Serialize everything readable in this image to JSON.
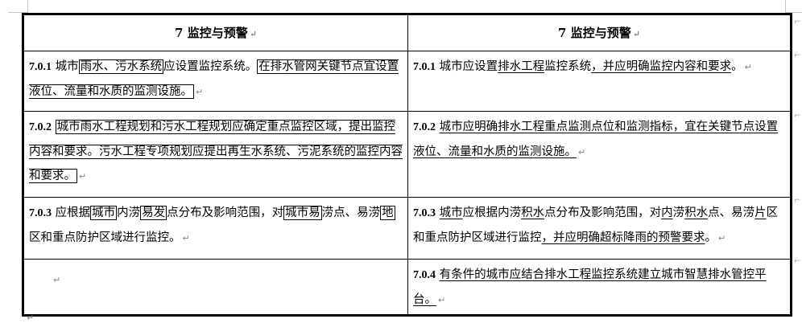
{
  "document": {
    "para_mark": "↵",
    "end_mark": "↵",
    "table": {
      "headers": {
        "left": "7 监控与预警",
        "right": "7 监控与预警"
      },
      "rows": [
        {
          "left": {
            "number": "7.0.1",
            "segments": [
              {
                "text": "城市",
                "style": "plain"
              },
              {
                "text": "雨水、污水系统",
                "style": "boxed"
              },
              {
                "text": "应设置监控系统。",
                "style": "plain"
              },
              {
                "text": "在排水管网关键节点宜设置液位、流量和水质的监测设施。",
                "style": "boxed"
              }
            ]
          },
          "right": {
            "number": "7.0.1",
            "segments": [
              {
                "text": "城市应设置",
                "style": "plain"
              },
              {
                "text": "排水工程",
                "style": "underline"
              },
              {
                "text": "监控系统",
                "style": "plain"
              },
              {
                "text": "，并应明确监控内容和要求",
                "style": "underline"
              },
              {
                "text": "。",
                "style": "plain"
              }
            ]
          }
        },
        {
          "left": {
            "number": "7.0.2",
            "segments": [
              {
                "text": "城市雨水工程规划和污水工程规划应确定重点监控区域，提出监控内容和要求。污水工程专项规划应提出再生水系统、污泥系统的监控内容和要求。",
                "style": "boxed"
              }
            ]
          },
          "right": {
            "number": "7.0.2",
            "segments": [
              {
                "text": "城市应明确排水工程重点监测点位和监测指标，宜在关键节点设置液位、流量和水质的监测设施。",
                "style": "underline"
              }
            ]
          }
        },
        {
          "left": {
            "number": "7.0.3",
            "segments": [
              {
                "text": "应根据",
                "style": "plain"
              },
              {
                "text": "城市",
                "style": "boxed"
              },
              {
                "text": "内涝",
                "style": "plain"
              },
              {
                "text": "易发",
                "style": "boxed"
              },
              {
                "text": "点分布及影响范围，对",
                "style": "plain"
              },
              {
                "text": "城市易",
                "style": "boxed"
              },
              {
                "text": "涝点、易涝",
                "style": "plain"
              },
              {
                "text": "地",
                "style": "boxed"
              },
              {
                "text": "区和重点防护区域进行监控。",
                "style": "plain"
              }
            ]
          },
          "right": {
            "number": "7.0.3",
            "segments": [
              {
                "text": "城市",
                "style": "underline"
              },
              {
                "text": "应根据内涝",
                "style": "plain"
              },
              {
                "text": "积水",
                "style": "underline"
              },
              {
                "text": "点分布及影响范围，对",
                "style": "plain"
              },
              {
                "text": "内",
                "style": "underline"
              },
              {
                "text": "涝",
                "style": "plain"
              },
              {
                "text": "积水",
                "style": "underline"
              },
              {
                "text": "点、易涝",
                "style": "plain"
              },
              {
                "text": "片",
                "style": "underline"
              },
              {
                "text": "区和重点防护区域进行监控",
                "style": "plain"
              },
              {
                "text": "，并应明确超标降雨的预警要求",
                "style": "underline"
              },
              {
                "text": "。",
                "style": "plain"
              }
            ]
          }
        },
        {
          "left": {
            "number": "",
            "segments": []
          },
          "right": {
            "number": "7.0.4",
            "segments": [
              {
                "text": "有条件的城市应结合排水工程监控系统建立城市智慧排水管控平台。",
                "style": "underline"
              }
            ]
          }
        }
      ]
    }
  }
}
